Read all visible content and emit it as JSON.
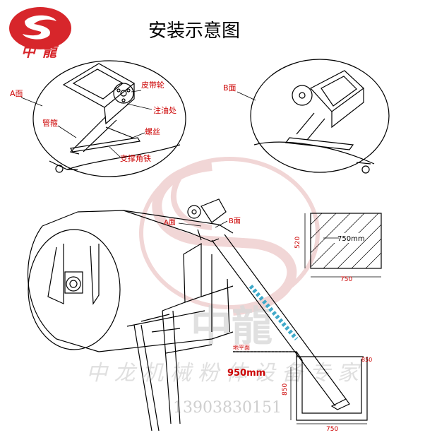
{
  "header": {
    "title": "安装示意图",
    "logo_text": "中龍"
  },
  "labels": {
    "a_face": "A面",
    "b_face": "B面",
    "belt_pulley": "皮带轮",
    "oil_inlet": "注油处",
    "pipe_hoop": "管箍",
    "screw": "螺丝",
    "support_angle": "支撑角铁",
    "a_face_small": "A面",
    "b_face_small": "B面",
    "ground_line": "地平面",
    "distance": "950mm"
  },
  "dimensions": {
    "pit_width": "750",
    "pit_depth": "850",
    "box_width": "750",
    "box_height": "520",
    "inner_width": "750mm",
    "pit_side": "850",
    "pit_bottom": "750"
  },
  "watermark": {
    "brand": "中龍",
    "slogan": "中 龙 机 械  粉 体 设 备 专 家",
    "phone": "13903830151"
  },
  "colors": {
    "line": "#000000",
    "annotation": "#cc0000",
    "logo_red": "#d7262b",
    "watermark": "#e8b8b8",
    "watermark_gray": "#c8c8c8",
    "screw_blue": "#3fa9c9"
  }
}
